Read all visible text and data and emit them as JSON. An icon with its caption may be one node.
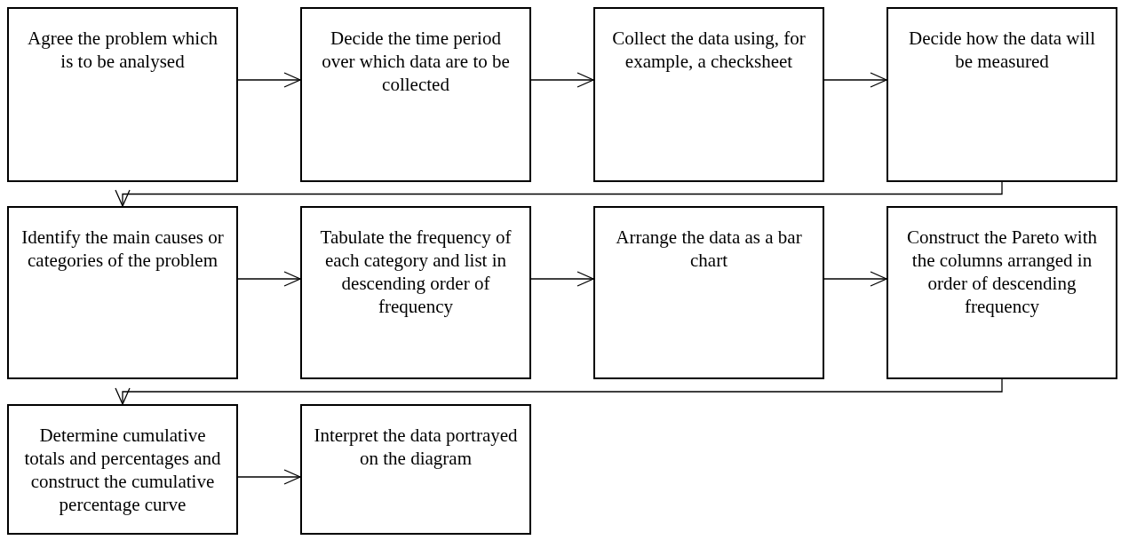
{
  "diagram": {
    "nodes": [
      {
        "text": [
          "Agree the problem which is to be analysed"
        ]
      },
      {
        "text": [
          "Decide the time period over which data are to be collected"
        ]
      },
      {
        "text": [
          "Collect the data using, for example, a checksheet"
        ]
      },
      {
        "text": [
          "Decide how the data will be measured"
        ]
      },
      {
        "text": [
          "Identify the main causes or categories of the problem"
        ]
      },
      {
        "text": [
          "Tabulate the frequency of each category and list in descending order of frequency"
        ]
      },
      {
        "text": [
          "Arrange the data as a bar chart"
        ]
      },
      {
        "text": [
          "Construct the Pareto with the columns arranged in order of descending frequency"
        ]
      },
      {
        "text": [
          "Determine cumulative totals and percentages and construct the cumulative percentage curve"
        ]
      },
      {
        "text": [
          "Interpret the data portrayed on the diagram"
        ]
      }
    ],
    "edges": [
      {
        "from": 0,
        "to": 1,
        "arrow": "to"
      },
      {
        "from": 1,
        "to": 2,
        "arrow": "to"
      },
      {
        "from": 2,
        "to": 3,
        "arrow": "to"
      },
      {
        "from": 3,
        "to": 4,
        "arrow": "to"
      },
      {
        "from": 4,
        "to": 5,
        "arrow": "to"
      },
      {
        "from": 5,
        "to": 6,
        "arrow": "to"
      },
      {
        "from": 6,
        "to": 7,
        "arrow": "to"
      },
      {
        "from": 7,
        "to": 8,
        "arrow": "to"
      },
      {
        "from": 8,
        "to": 9,
        "arrow": "to"
      }
    ]
  }
}
